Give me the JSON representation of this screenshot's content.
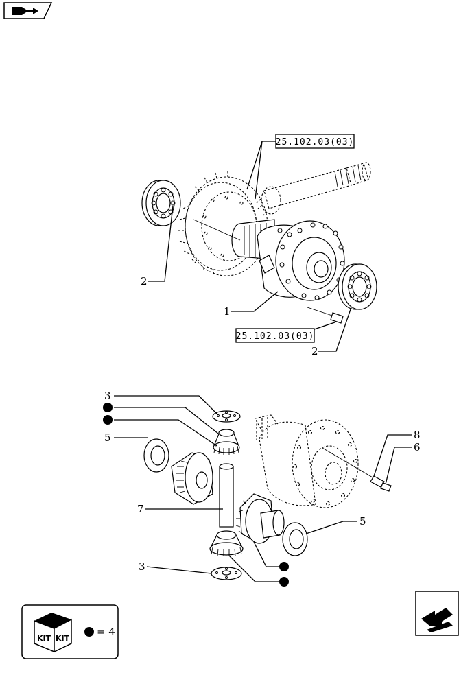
{
  "references": {
    "top": "25.102.03(03)",
    "bottom": "25.102.03(03)"
  },
  "callouts": {
    "bearing_left": "2",
    "bearing_right": "2",
    "housing": "1",
    "washer_top": "3",
    "washer_bottom": "3",
    "side_gear_left": "5",
    "side_gear_right": "5",
    "pin_long": "8",
    "pin_short": "6",
    "shaft": "7"
  },
  "legend": {
    "kit_text_left": "KIT",
    "kit_text_right": "KIT",
    "equals_text": "= 4"
  },
  "icons": {
    "top_left": "book-arrow-icon",
    "bottom_right": "previous-page-arrow-icon"
  }
}
